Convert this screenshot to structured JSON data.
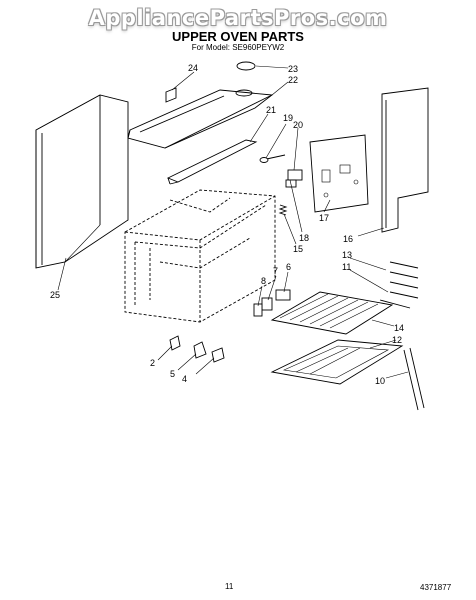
{
  "watermark": "AppliancePartsPros.com",
  "title": "UPPER OVEN PARTS",
  "model": "For Model: SE960PEYW2",
  "footer": {
    "page_number": "11",
    "doc_number": "4371877"
  },
  "callouts": [
    "2",
    "4",
    "5",
    "6",
    "7",
    "8",
    "10",
    "11",
    "12",
    "13",
    "14",
    "15",
    "16",
    "17",
    "18",
    "19",
    "20",
    "21",
    "22",
    "23",
    "24",
    "25"
  ]
}
